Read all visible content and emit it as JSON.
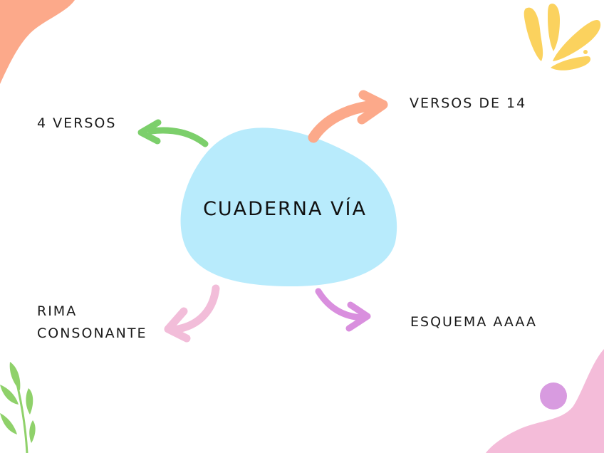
{
  "diagram": {
    "center": {
      "label": "CUADERNA VÍA",
      "color": "#b8ebfc"
    },
    "branches": [
      {
        "id": "top-left",
        "label": "4 VERSOS",
        "arrow_color": "#7ccf6b"
      },
      {
        "id": "top-right",
        "label": "VERSOS DE 14",
        "arrow_color": "#fca98a"
      },
      {
        "id": "bottom-left",
        "label_lines": [
          "RIMA",
          "CONSONANTE"
        ],
        "arrow_color": "#f2bdd9"
      },
      {
        "id": "bottom-right",
        "label": "ESQUEMA AAAA",
        "arrow_color": "#d98fde"
      }
    ]
  },
  "colors": {
    "blob_orange": "#fca98a",
    "splash_yellow": "#fbd25e",
    "leaf_green": "#8fd16a",
    "blob_pink": "#f4bcd9",
    "dot_purple": "#d89be0"
  }
}
